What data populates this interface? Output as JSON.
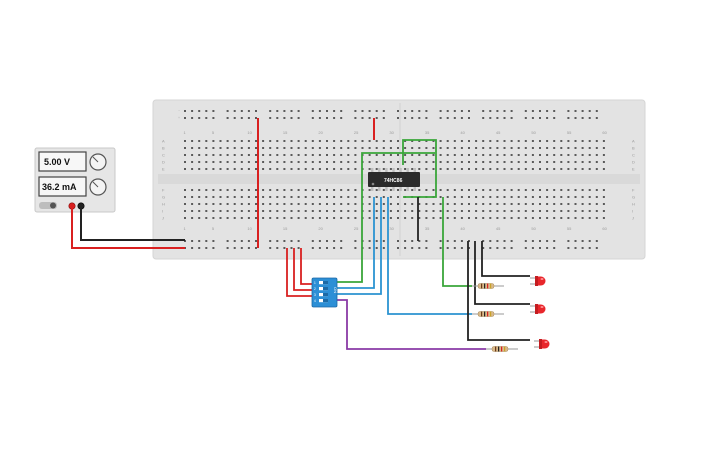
{
  "power_supply": {
    "voltage": "5.00 V",
    "current": "36.2 mA"
  },
  "ic_chip": {
    "label": "74HC86"
  },
  "breadboard": {
    "column_numbers": [
      "1",
      "5",
      "10",
      "15",
      "20",
      "25",
      "30",
      "35",
      "40",
      "45",
      "50",
      "55",
      "60"
    ],
    "top_row_letters": [
      "A",
      "B",
      "C",
      "D",
      "E"
    ],
    "bottom_row_letters": [
      "F",
      "G",
      "H",
      "I",
      "J"
    ]
  },
  "dip_switch": {
    "label": "ON",
    "numbers": [
      "1",
      "2",
      "3",
      "4"
    ]
  },
  "colors": {
    "board": "#e3e3e3",
    "wire_red": "#d92020",
    "wire_black": "#222222",
    "wire_green": "#3aa63a",
    "wire_blue": "#2b93d1",
    "wire_purple": "#8a3aa6",
    "dip_blue": "#2c8fd6",
    "led_red": "#e8262b"
  }
}
